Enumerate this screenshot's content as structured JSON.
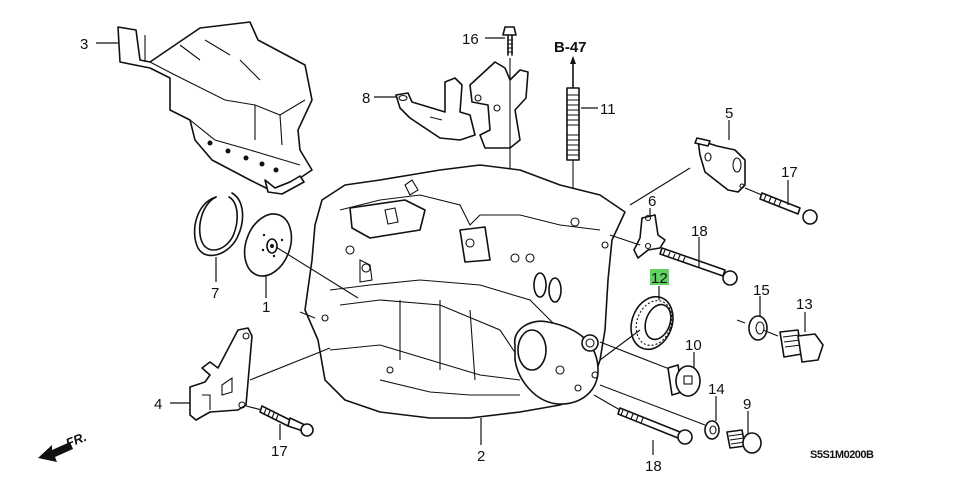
{
  "diagram": {
    "type": "exploded-parts-diagram",
    "subject": "Manual transmission housing",
    "highlight_color": "#5fd35f",
    "reference_code": "S5S1M0200B",
    "direction_indicator": "FR.",
    "cross_reference": "B-47",
    "callouts": [
      {
        "id": "c1",
        "number": "1",
        "part": "plate / shim",
        "highlighted": false
      },
      {
        "id": "c2",
        "number": "2",
        "part": "transmission housing",
        "highlighted": false
      },
      {
        "id": "c3",
        "number": "3",
        "part": "cover / shroud",
        "highlighted": false
      },
      {
        "id": "c4",
        "number": "4",
        "part": "bracket",
        "highlighted": false
      },
      {
        "id": "c5",
        "number": "5",
        "part": "bracket",
        "highlighted": false
      },
      {
        "id": "c6",
        "number": "6",
        "part": "bracket",
        "highlighted": false
      },
      {
        "id": "c7",
        "number": "7",
        "part": "snap ring",
        "highlighted": false
      },
      {
        "id": "c8",
        "number": "8",
        "part": "bracket",
        "highlighted": false
      },
      {
        "id": "c9",
        "number": "9",
        "part": "bolt",
        "highlighted": false
      },
      {
        "id": "c10",
        "number": "10",
        "part": "plug",
        "highlighted": false
      },
      {
        "id": "c11",
        "number": "11",
        "part": "stud bolt",
        "highlighted": false
      },
      {
        "id": "c12",
        "number": "12",
        "part": "oil seal",
        "highlighted": true
      },
      {
        "id": "c13",
        "number": "13",
        "part": "drain plug",
        "highlighted": false
      },
      {
        "id": "c14",
        "number": "14",
        "part": "washer",
        "highlighted": false
      },
      {
        "id": "c15",
        "number": "15",
        "part": "washer",
        "highlighted": false
      },
      {
        "id": "c16",
        "number": "16",
        "part": "bolt",
        "highlighted": false
      },
      {
        "id": "c17a",
        "number": "17",
        "part": "flange bolt",
        "highlighted": false
      },
      {
        "id": "c17b",
        "number": "17",
        "part": "flange bolt",
        "highlighted": false
      },
      {
        "id": "c18a",
        "number": "18",
        "part": "flange bolt",
        "highlighted": false
      },
      {
        "id": "c18b",
        "number": "18",
        "part": "flange bolt",
        "highlighted": false
      }
    ]
  }
}
